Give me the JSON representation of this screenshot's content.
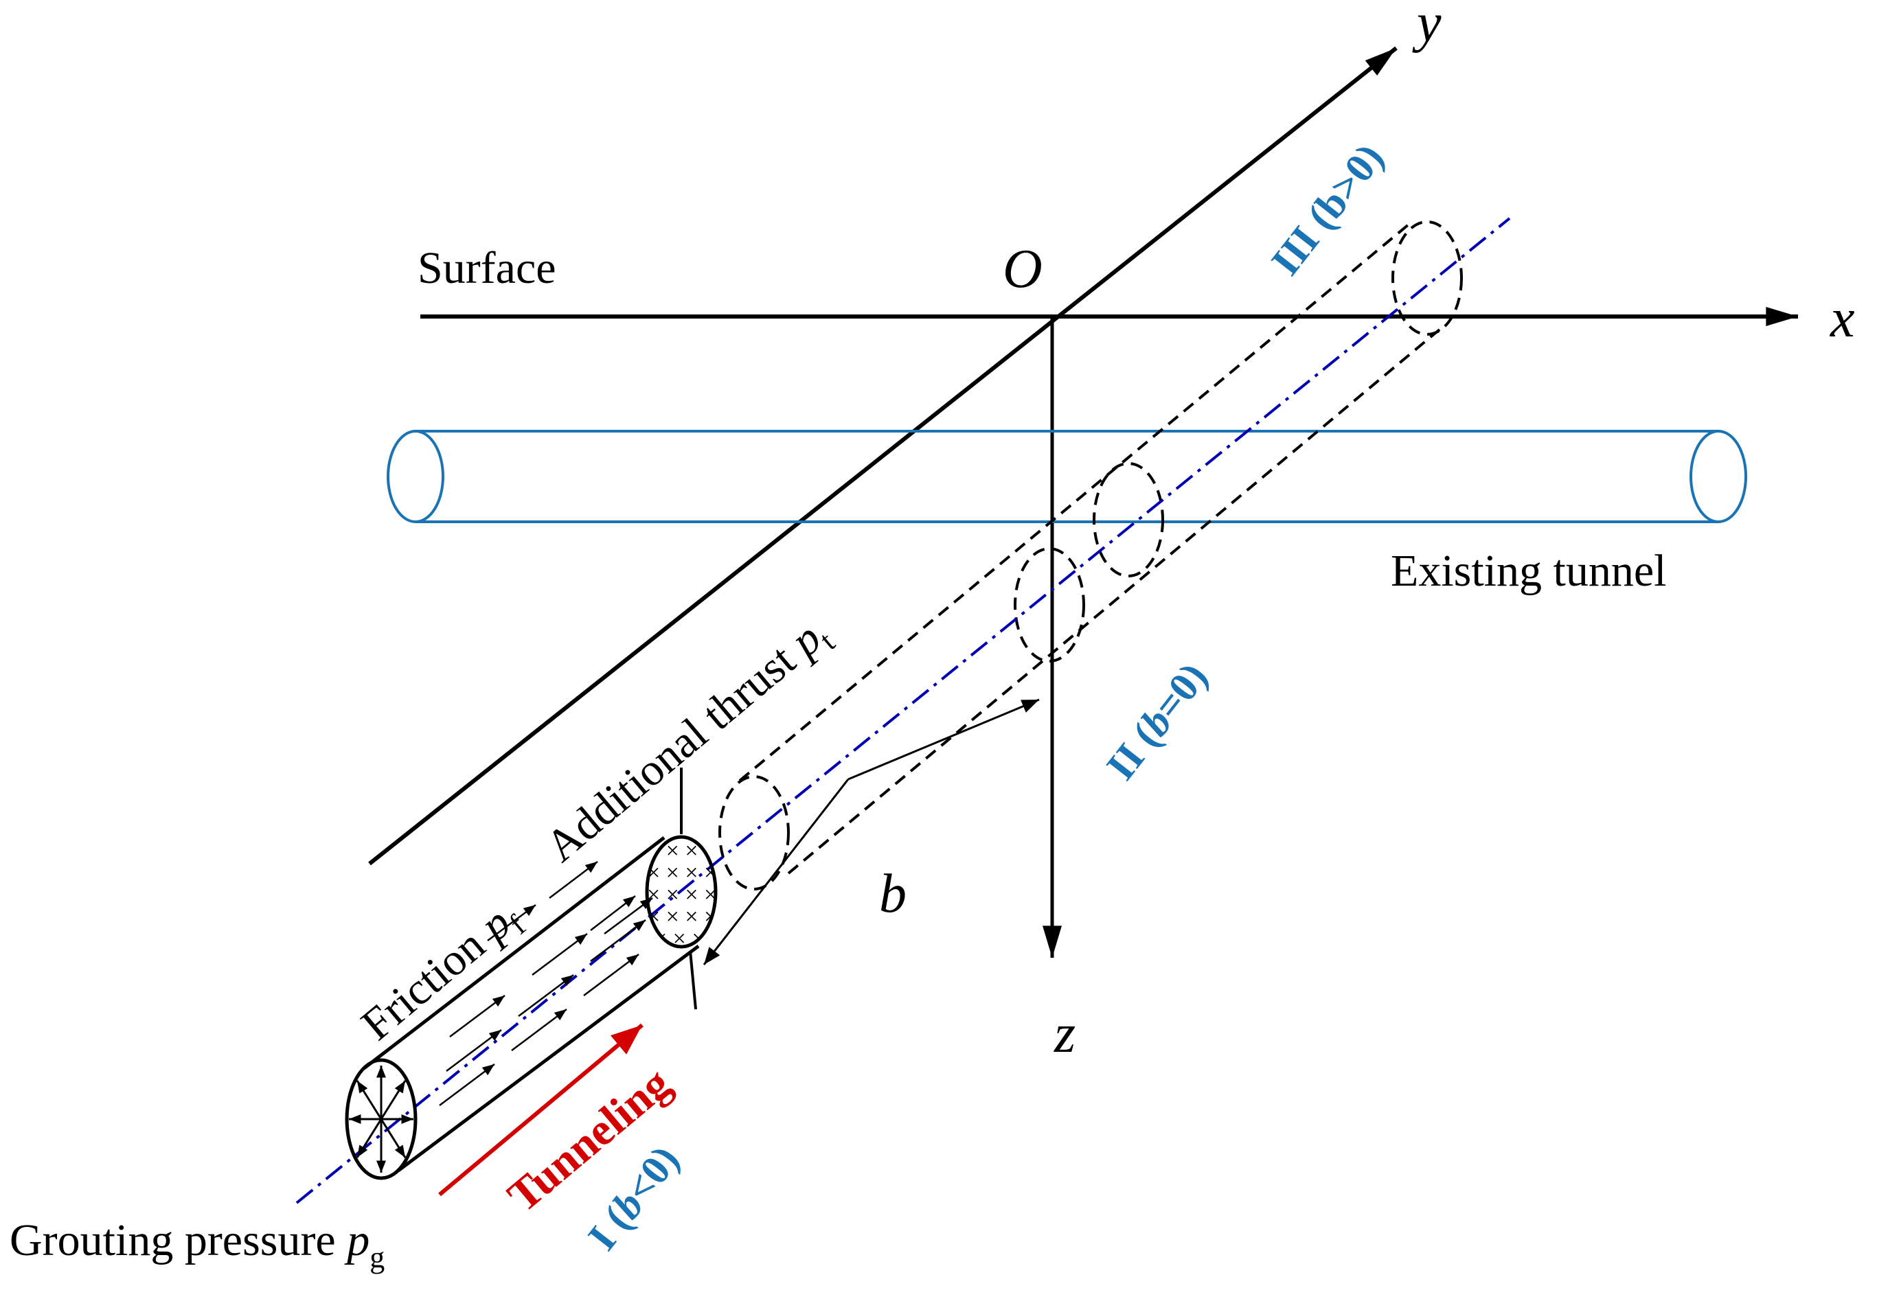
{
  "labels": {
    "surface": "Surface",
    "origin": "O",
    "x_axis": "x",
    "y_axis": "y",
    "z_axis": "z",
    "existing_tunnel": "Existing tunnel",
    "friction_text": "Friction ",
    "friction_sym": "p",
    "friction_sub": "f",
    "thrust_text": "Additional thrust ",
    "thrust_sym": "p",
    "thrust_sub": "t",
    "grouting_text": "Grouting pressure ",
    "grouting_sym": "p",
    "grouting_sub": "g",
    "tunneling": "Tunneling",
    "distance": "b"
  },
  "zones": {
    "zone1": {
      "pre": "I (",
      "var": "b",
      "post": "<0)"
    },
    "zone2": {
      "pre": "II (",
      "var": "b",
      "post": "=0)"
    },
    "zone3": {
      "text": "III (b>0)"
    }
  },
  "colors": {
    "axes": "#000000",
    "existing_tunnel": "#1a73b5",
    "centerline": "#0000b3",
    "zone_text": "#1a73b5",
    "tunneling_arrow": "#d40000"
  }
}
